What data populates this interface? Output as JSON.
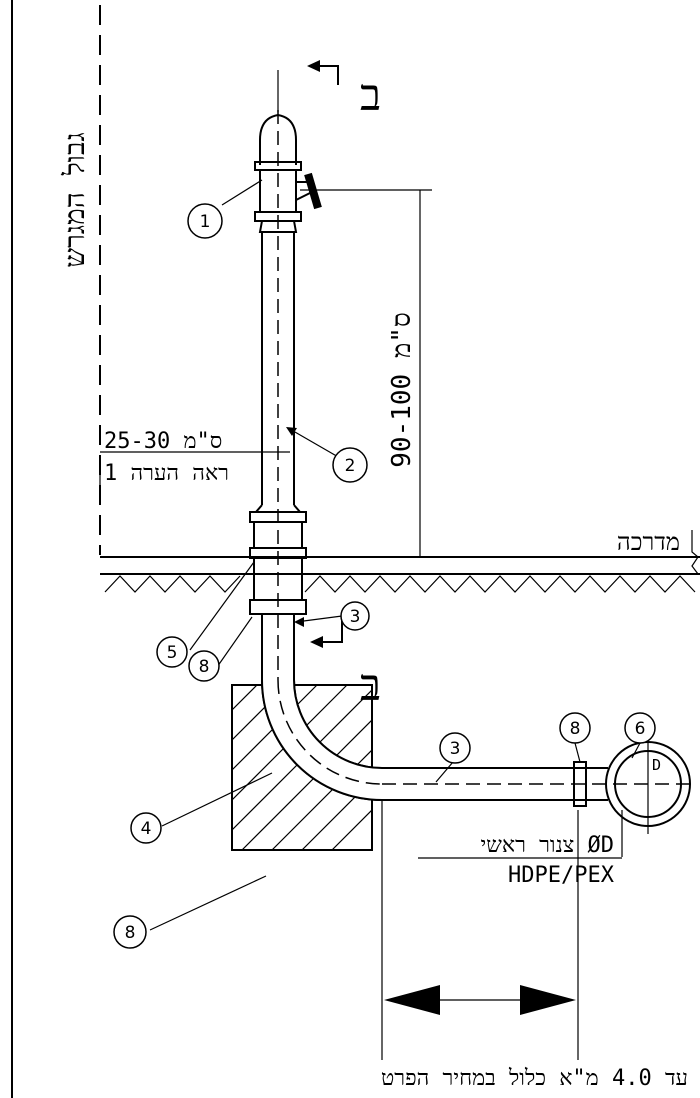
{
  "labels": {
    "plot_boundary": "גבול המגרש",
    "section_mark": "ב",
    "sidewalk": "מדרכה",
    "offset_text": "25-30 ס\"מ",
    "note_ref": "ראה הערה 1",
    "height_text": "90-100 ס\"מ",
    "main_pipe": "צנור ראשי ØD",
    "material": "HDPE/PEX",
    "d_letter": "D",
    "footer": "עד 4.0 מ\"א כלול במחיר הפרט"
  },
  "callouts": {
    "hydrant": "1",
    "riser": "2",
    "pipe_vertical": "3",
    "pipe_horizontal": "3",
    "elbow": "4",
    "coupling": "5",
    "flange": "8",
    "flange_horizontal": "8",
    "thrust_block": "8",
    "main_connector": "6"
  }
}
